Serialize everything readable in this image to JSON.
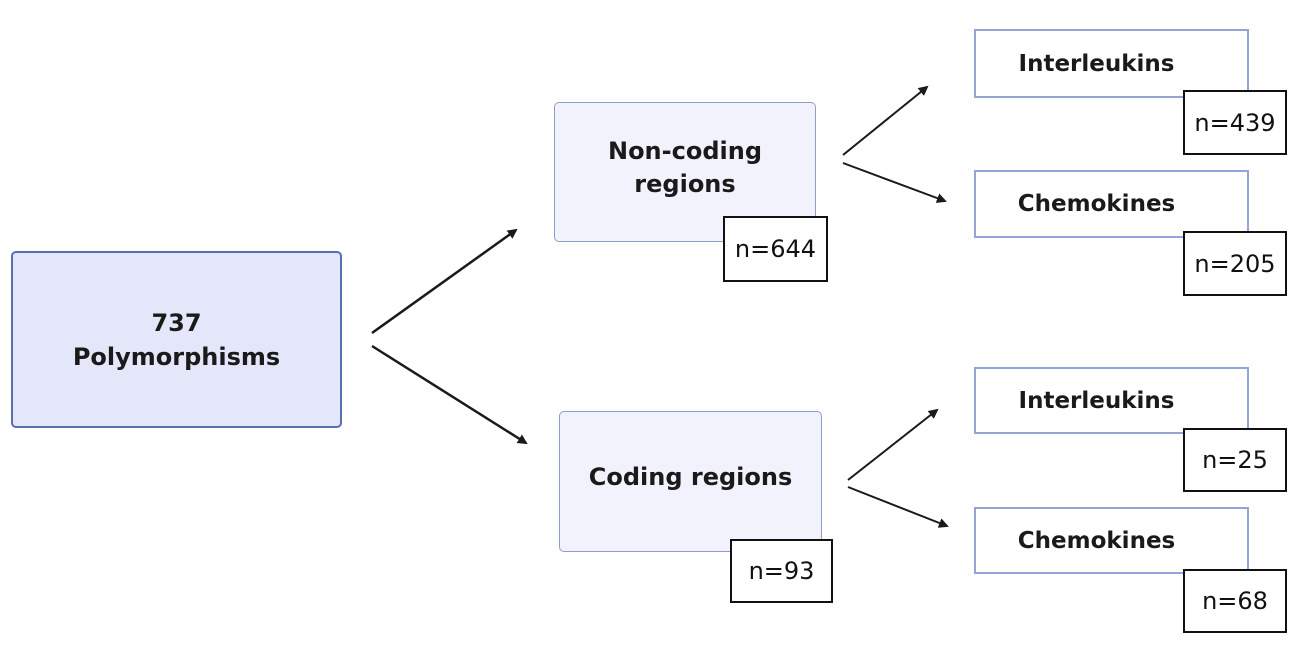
{
  "root": {
    "line1": "737",
    "line2": "Polymorphisms"
  },
  "noncoding": {
    "line1": "Non-coding",
    "line2": "regions",
    "count": "n=644",
    "interleukins": {
      "label": "Interleukins",
      "count": "n=439"
    },
    "chemokines": {
      "label": "Chemokines",
      "count": "n=205"
    }
  },
  "coding": {
    "label": "Coding regions",
    "count": "n=93",
    "interleukins": {
      "label": "Interleukins",
      "count": "n=25"
    },
    "chemokines": {
      "label": "Chemokines",
      "count": "n=68"
    }
  },
  "colors": {
    "root_fill": "#e4e7fa",
    "root_border": "#5a6fb0",
    "mid_fill": "#f1f2fb",
    "leaf_border": "#93a4d8",
    "arrow": "#1a1a1a"
  }
}
